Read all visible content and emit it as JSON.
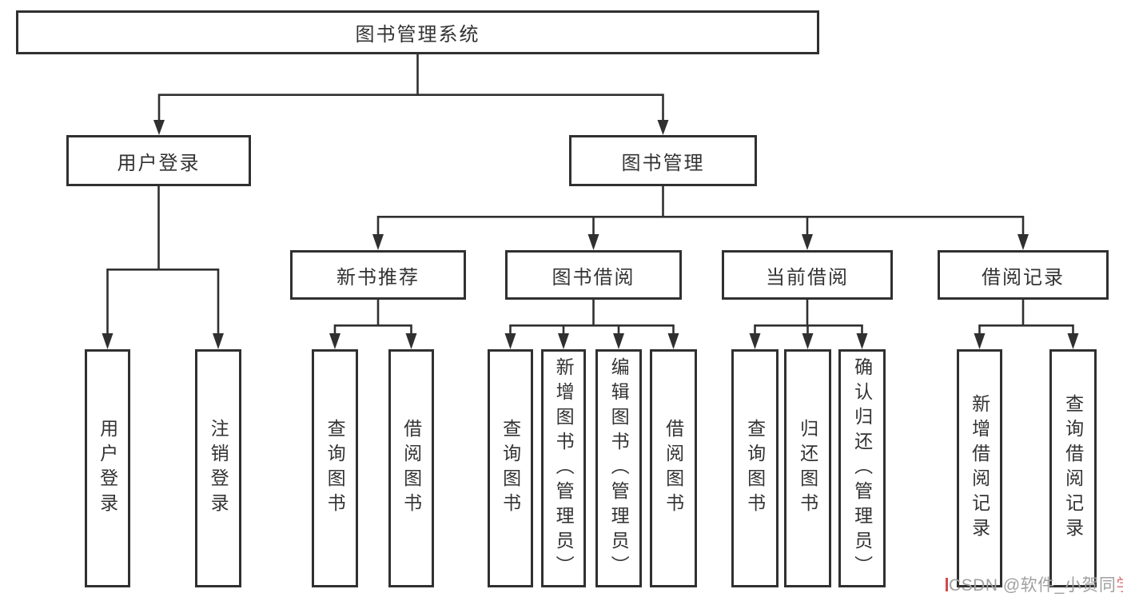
{
  "diagram": {
    "root": {
      "label": "图书管理系统"
    },
    "branches": [
      {
        "label": "用户登录",
        "children": [
          {
            "label": "用户登录"
          },
          {
            "label": "注销登录"
          }
        ]
      },
      {
        "label": "图书管理",
        "children": [
          {
            "label": "新书推荐",
            "children": [
              {
                "label": "查询图书"
              },
              {
                "label": "借阅图书"
              }
            ]
          },
          {
            "label": "图书借阅",
            "children": [
              {
                "label": "查询图书"
              },
              {
                "label": "新增图书（管理员）"
              },
              {
                "label": "编辑图书（管理员）"
              },
              {
                "label": "借阅图书"
              }
            ]
          },
          {
            "label": "当前借阅",
            "children": [
              {
                "label": "查询图书"
              },
              {
                "label": "归还图书"
              },
              {
                "label": "确认归还（管理员）"
              }
            ]
          },
          {
            "label": "借阅记录",
            "children": [
              {
                "label": "新增借阅记录"
              },
              {
                "label": "查询借阅记录"
              }
            ]
          }
        ]
      }
    ],
    "watermark": {
      "text_main": "CSDN @软件_小贺同",
      "text_accent": "学"
    },
    "colors": {
      "line": "#303030",
      "box_border": "#303030",
      "text": "#333333",
      "background": "#ffffff",
      "watermark_gray": "#a0a0a0",
      "watermark_red": "#d14b4b"
    }
  }
}
